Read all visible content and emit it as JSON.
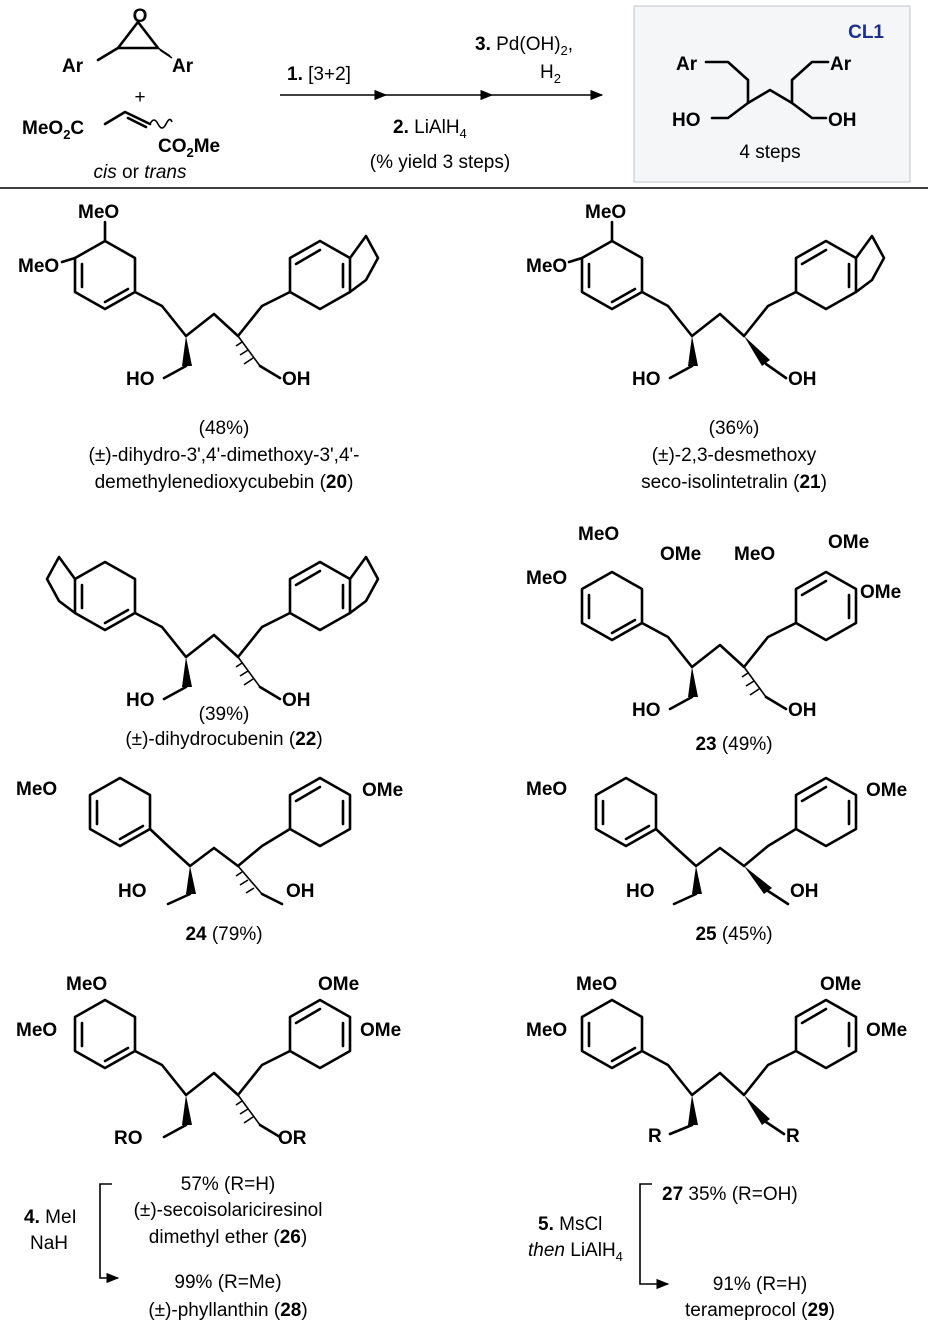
{
  "header": {
    "ar_top_left": "Ar",
    "ar_top_right": "Ar",
    "plus": "+",
    "diester_left": "MeO",
    "diester_left_sub": "2",
    "diester_left_c": "C",
    "diester_right": "CO",
    "diester_right_sub": "2",
    "diester_right_me": "Me",
    "cis_trans": [
      "cis",
      " or ",
      "trans"
    ],
    "step1_num": "1.",
    "step1_text": " [3+2]",
    "step2_num": "2.",
    "step2_text": " LiAlH",
    "step2_sub": "4",
    "yield_note": "(% yield 3 steps)",
    "step3_num": "3.",
    "step3_text": " Pd(OH)",
    "step3_sub": "2",
    "step3_comma": ",",
    "step3_h": "H",
    "step3_hsub": "2",
    "box_tag": "CL1",
    "box_ar_left": "Ar",
    "box_ar_right": "Ar",
    "box_ho": "HO",
    "box_oh": "OH",
    "box_steps": "4 steps",
    "colors": {
      "tag": "#1f2f8f",
      "box_bg": "#f4f6f7",
      "box_border": "#c9ced2"
    }
  },
  "compounds": {
    "c20": {
      "meo_top": "MeO",
      "meo_left": "MeO",
      "ho": "HO",
      "oh": "OH",
      "yield": "(48%)",
      "name_line1": "(±)-dihydro-3',4'-dimethoxy-3',4'-",
      "name_line2": "demethylenedioxycubebin (",
      "num": "20",
      "close": ")"
    },
    "c21": {
      "meo_top": "MeO",
      "meo_left": "MeO",
      "ho": "HO",
      "oh": "OH",
      "yield": "(36%)",
      "name_line1": "(±)-2,3-desmethoxy",
      "name_line2": "seco-isolintetralin (",
      "num": "21",
      "close": ")"
    },
    "c22": {
      "ho": "HO",
      "oh": "OH",
      "yield": "(39%)",
      "name": "(±)-dihydrocubenin (",
      "num": "22",
      "close": ")"
    },
    "c23": {
      "meo_a": "MeO",
      "ome_a": "OMe",
      "meo_b": "MeO",
      "meo_c": "MeO",
      "ome_b": "OMe",
      "ome_c": "OMe",
      "ho": "HO",
      "oh": "OH",
      "num": "23",
      "yield": " (49%)"
    },
    "c24": {
      "meo": "MeO",
      "ome": "OMe",
      "ho": "HO",
      "oh": "OH",
      "num": "24",
      "yield": " (79%)"
    },
    "c25": {
      "meo": "MeO",
      "ome": "OMe",
      "ho": "HO",
      "oh": "OH",
      "num": "25",
      "yield": " (45%)"
    },
    "c26": {
      "meo_top": "MeO",
      "meo_left": "MeO",
      "ome_top": "OMe",
      "ome_right": "OMe",
      "ro": "RO",
      "or": "OR",
      "line1": "57% (R=H)",
      "line2": "(±)-secoisolariciresinol",
      "line3": "dimethyl ether (",
      "num": "26",
      "close": ")",
      "step_num": "4.",
      "step_reagent": " MeI",
      "step_base": "NaH",
      "prod_yield": "99% (R=Me)",
      "prod_name": "(±)-phyllanthin (",
      "prod_num": "28",
      "prod_close": ")"
    },
    "c27": {
      "meo_top": "MeO",
      "meo_left": "MeO",
      "ome_top": "OMe",
      "ome_right": "OMe",
      "r_left": "R",
      "r_right": "R",
      "num": "27",
      "line1": " 35% (R=OH)",
      "step_num": "5.",
      "step_reagent": " MsCl",
      "step_then": "then",
      "step_then_reagent": " LiAlH",
      "step_sub": "4",
      "prod_yield": "91% (R=H)",
      "prod_name": "terameprocol (",
      "prod_num": "29",
      "prod_close": ")"
    }
  }
}
